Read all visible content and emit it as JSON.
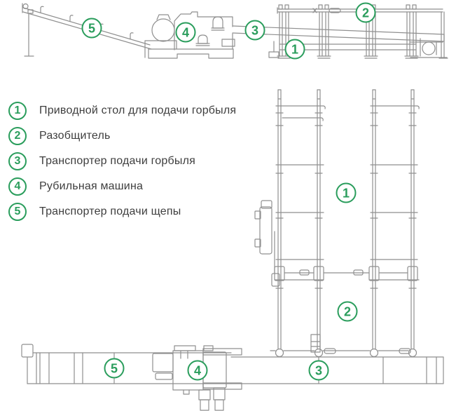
{
  "colors": {
    "accent_green": "#2a9d5c",
    "drawing_line_gray": "#8f8f8f",
    "text_gray": "#3e3e3e",
    "background": "#ffffff"
  },
  "legend": {
    "items": [
      {
        "number": "1",
        "label": "Приводной стол для подачи горбыля"
      },
      {
        "number": "2",
        "label": "Разобщитель"
      },
      {
        "number": "3",
        "label": "Транспортер подачи горбыля"
      },
      {
        "number": "4",
        "label": "Рубильная машина"
      },
      {
        "number": "5",
        "label": "Транспортер подачи щепы"
      }
    ]
  },
  "markers": {
    "side_view": [
      {
        "number": "5"
      },
      {
        "number": "4"
      },
      {
        "number": "3"
      },
      {
        "number": "1"
      },
      {
        "number": "2"
      }
    ],
    "plan_view": [
      {
        "number": "1"
      },
      {
        "number": "2"
      },
      {
        "number": "5"
      },
      {
        "number": "4"
      },
      {
        "number": "3"
      }
    ]
  }
}
